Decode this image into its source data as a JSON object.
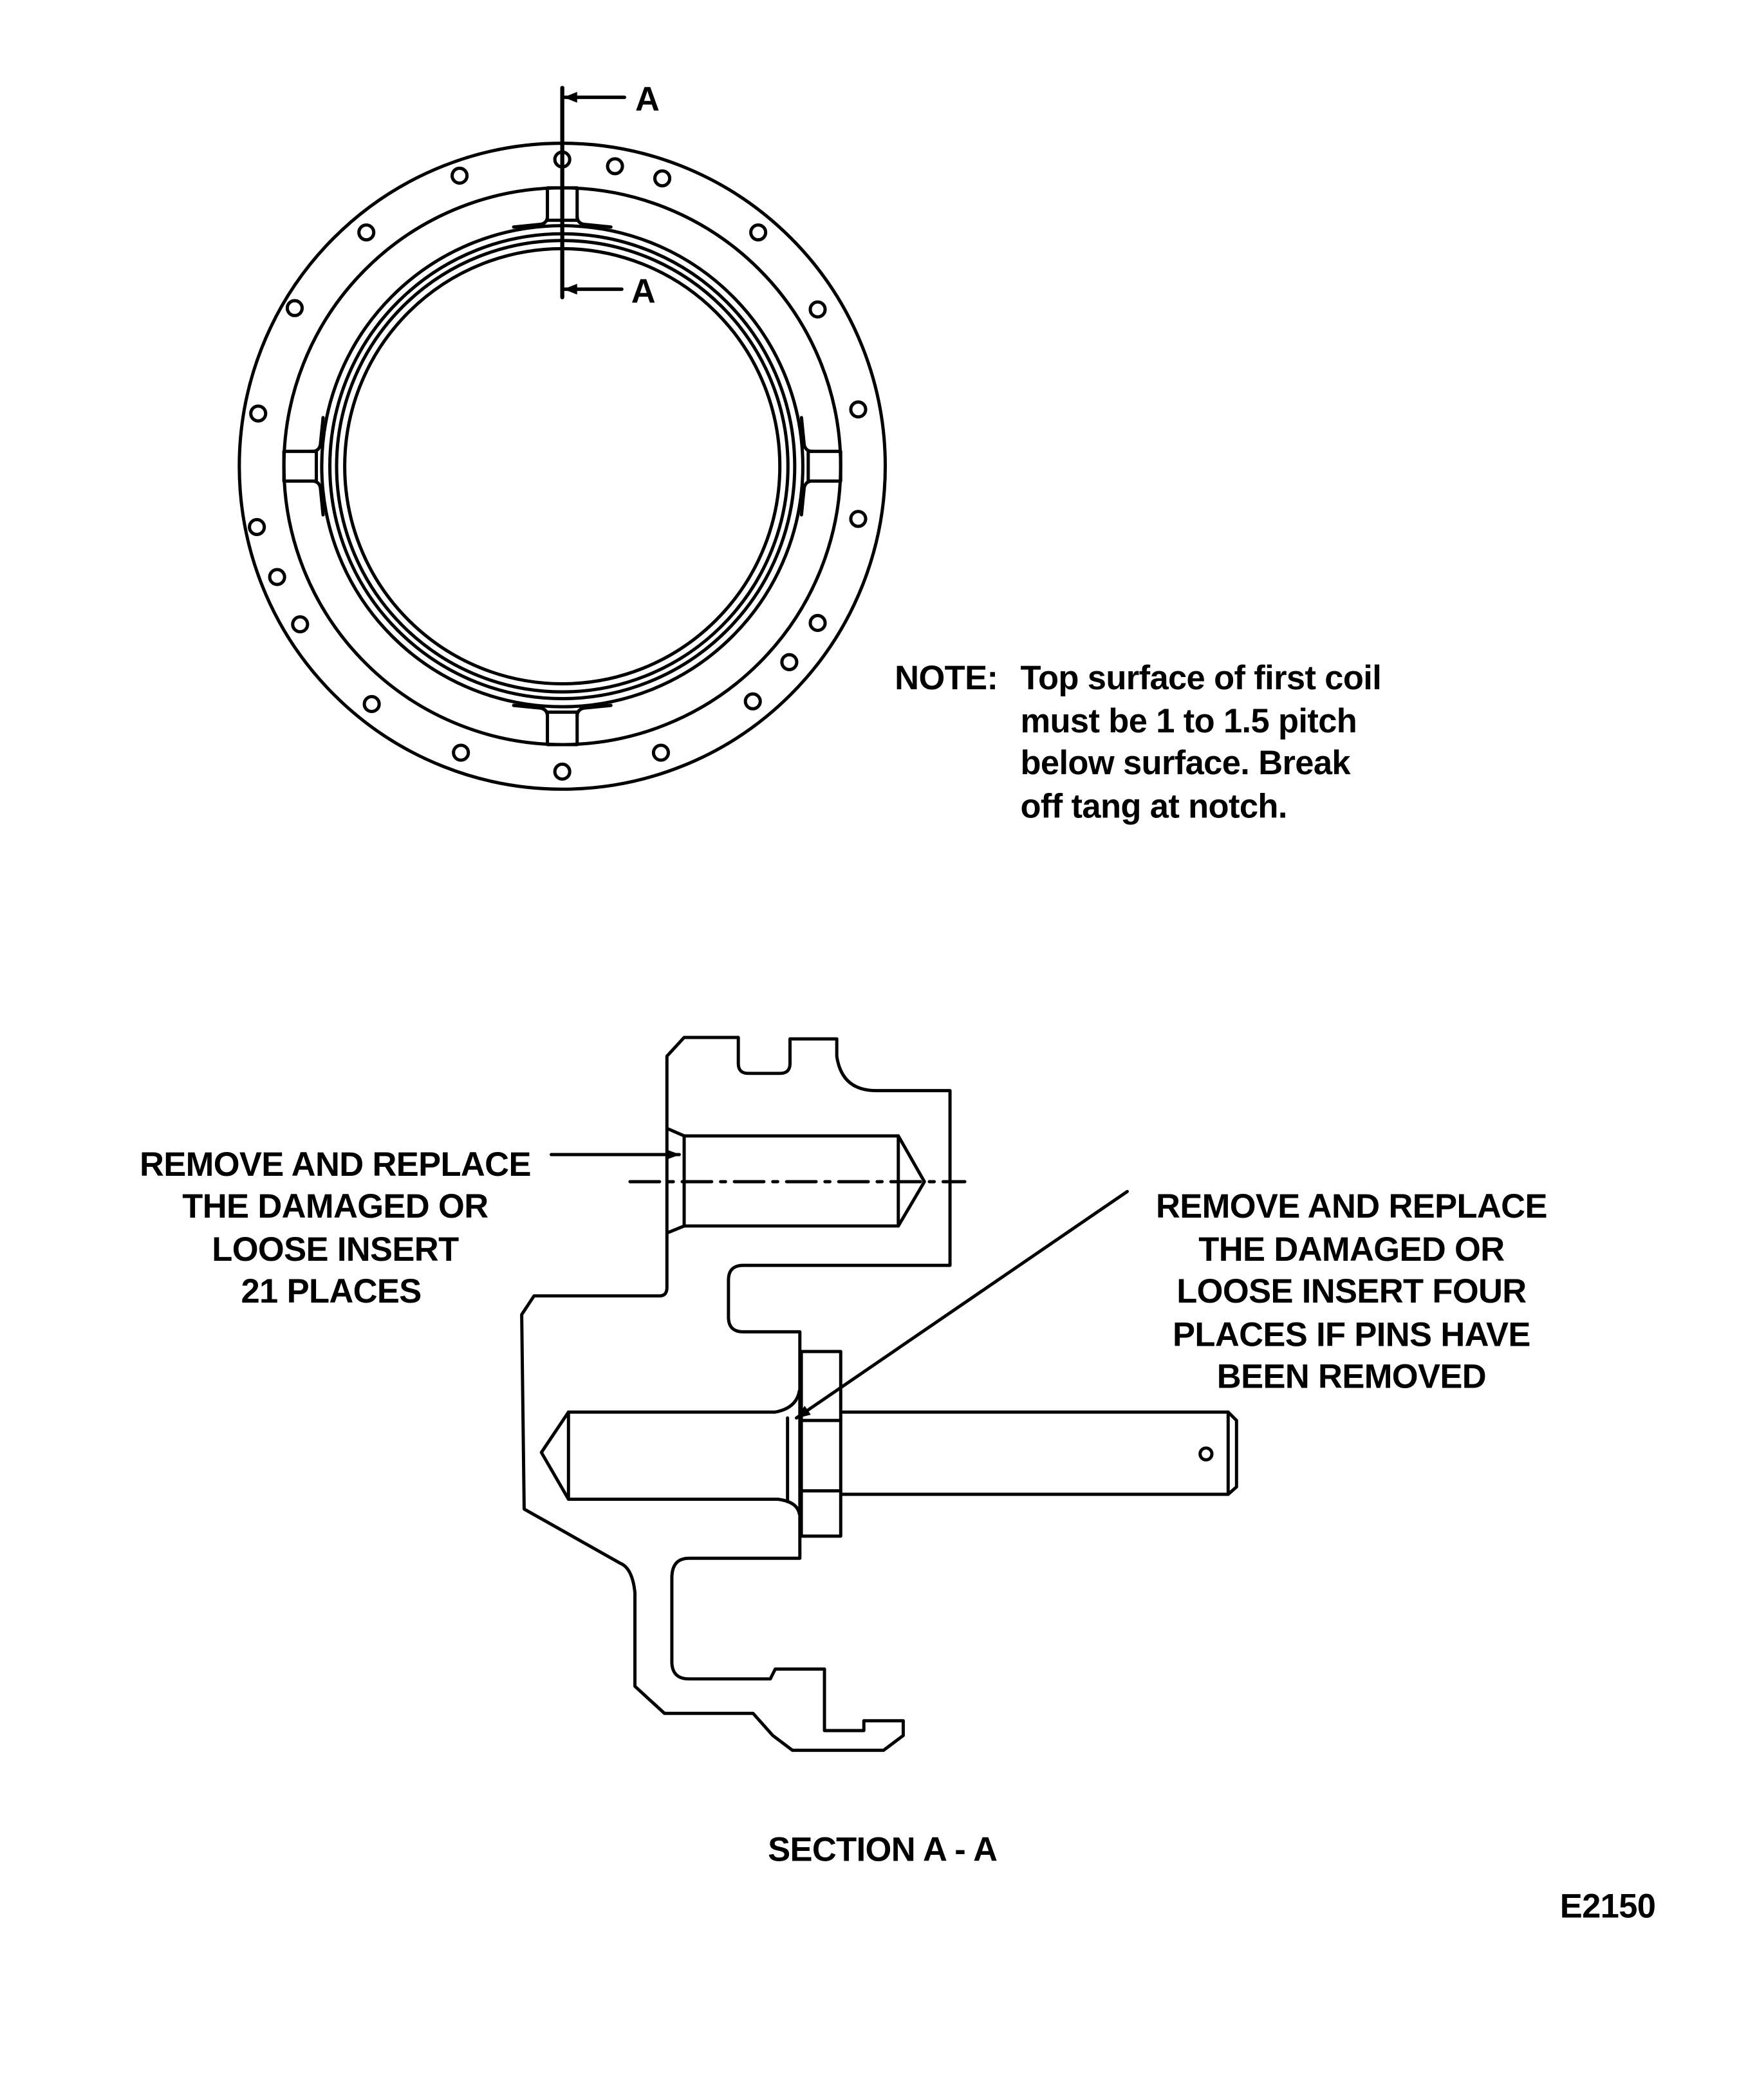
{
  "top_view": {
    "section_marker_top": "A",
    "section_marker_bottom": "A"
  },
  "note": {
    "label": "NOTE:",
    "lines": [
      "Top surface of first coil",
      "must be 1 to 1.5 pitch",
      "below surface. Break",
      "off tang at notch."
    ]
  },
  "callout_left": {
    "lines": [
      "REMOVE AND REPLACE",
      "THE DAMAGED OR",
      "LOOSE INSERT",
      "21 PLACES"
    ]
  },
  "callout_right": {
    "lines": [
      "REMOVE AND REPLACE",
      "THE DAMAGED OR",
      "LOOSE INSERT FOUR",
      "PLACES IF PINS HAVE",
      "BEEN REMOVED"
    ]
  },
  "section_title": "SECTION A - A",
  "figure_id": "E2150"
}
